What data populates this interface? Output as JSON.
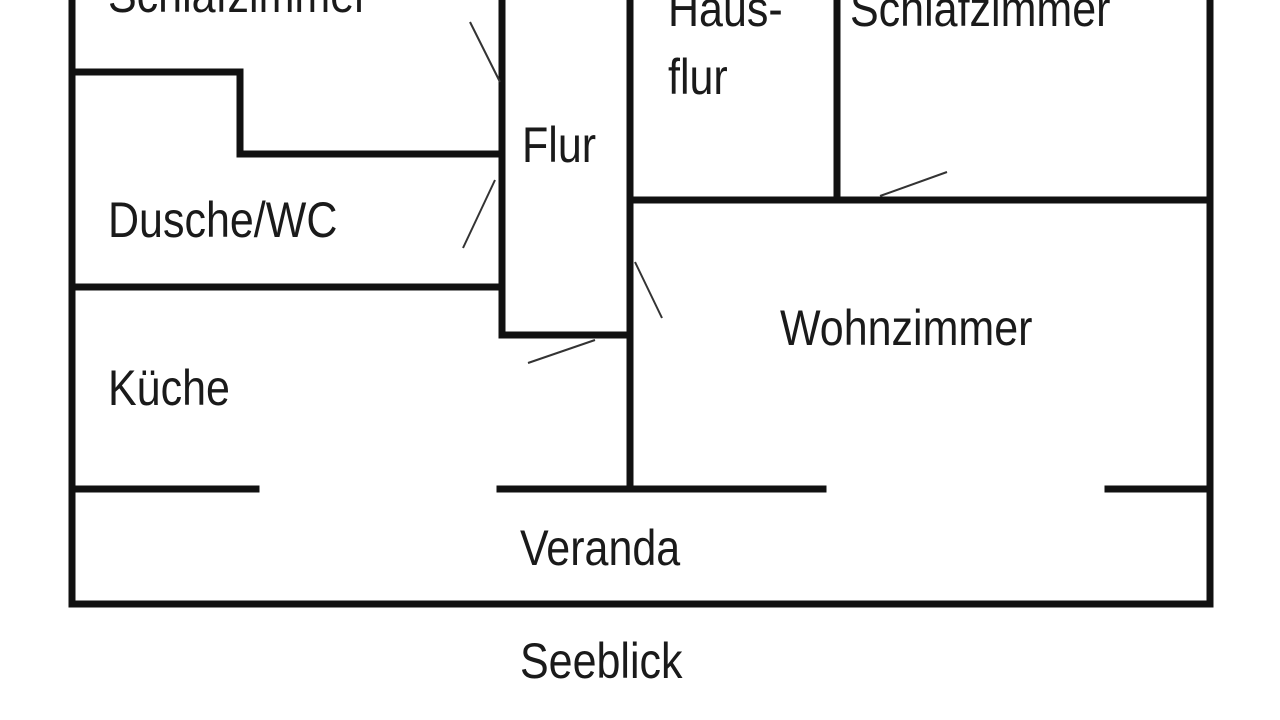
{
  "title": "Grundriss",
  "rooms": {
    "bedroom_left": "Schlafzimmer",
    "hallway_house_1": "Haus-",
    "hallway_house_2": "flur",
    "bedroom_right": "Schlafzimmer",
    "hall": "Flur",
    "shower_wc": "Dusche/WC",
    "kitchen": "Küche",
    "living_room": "Wohnzimmer",
    "veranda": "Veranda"
  },
  "outside": "Seeblick",
  "colors": {
    "wall": "#111111",
    "door": "#333333",
    "background": "#ffffff"
  }
}
